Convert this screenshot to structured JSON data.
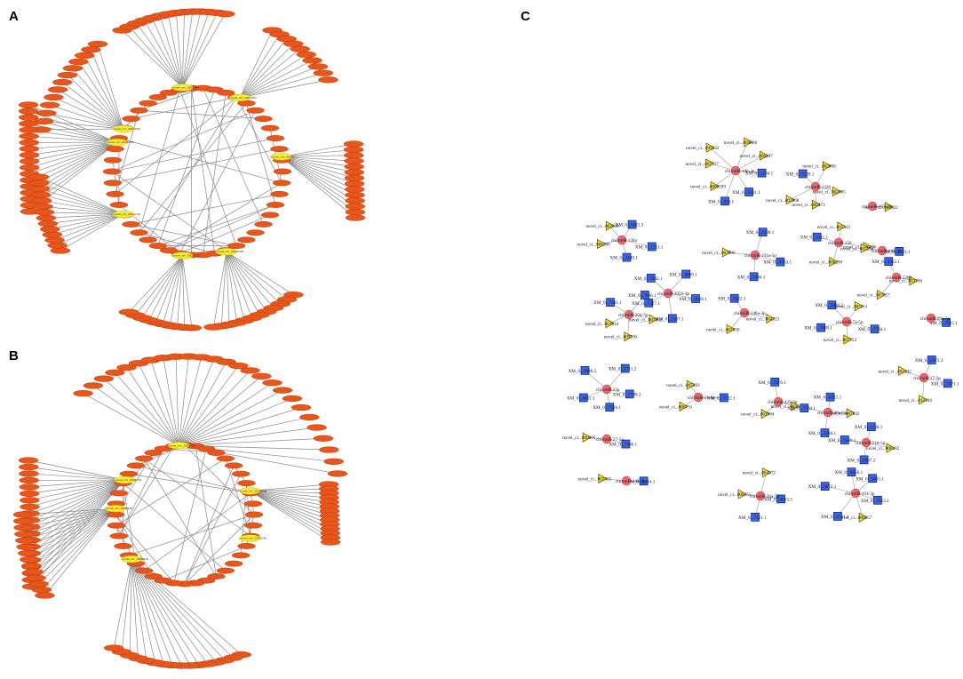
{
  "panels": [
    {
      "letter": "A"
    },
    {
      "letter": "B"
    },
    {
      "letter": "C"
    }
  ],
  "legend_colors": {
    "mirna_node": "#e8561c",
    "hub_node": "#f6ee3a",
    "mrna_square": "#3c66e0",
    "novel_triangle": "#f8e23a",
    "center_circle": "#ee6a6a"
  },
  "panel_a_hubs": [
    "novel_circ_0002909",
    "novel_circ_0001987",
    "novel_circ_0002594",
    "novel_circ_0006163",
    "novel_circ_0000817",
    "novel_circ_0001154",
    "novel_circ_0002013",
    "novel_circ_0003448"
  ],
  "panel_b_hubs": [
    "novel_circ_0005480",
    "novel_circ_0001787",
    "novel_circ_0003028",
    "novel_circ_0000930",
    "novel_circ_0002145",
    "novel_circ_0006870"
  ],
  "panel_c_clusters": [
    {
      "center": "chi-miR-10b-3p",
      "targets": [
        "XM_0...1234.1",
        "XM_0...5131.1",
        "XM_0...654.1",
        "novel_ci...0009599",
        "novel_ci...002717",
        "novel_ci...009332",
        "novel_ci...009068",
        "novel_ci...006397"
      ]
    },
    {
      "center": "chi-miR-1336",
      "targets": [
        "novel_ci...002685",
        "novel_ci...000473",
        "novel_ci...002068",
        "XM_0...7228.1",
        "novel_ci...002906"
      ]
    },
    {
      "center": "chi-miR-107-3p",
      "targets": [
        "novel_ci...007922"
      ]
    },
    {
      "center": "chi-miR-150",
      "targets": [
        "novel_ci...006196",
        "novel_ci...006290",
        "XM_0...5211.1",
        "novel_ci...005315"
      ]
    },
    {
      "center": "chi-miR-183-3p",
      "targets": [
        "XM_0...2121.1",
        "novel_ci...003238"
      ]
    },
    {
      "center": "chi-miR-126a",
      "targets": [
        "novel_ci...003196",
        "novel_ci...007057",
        "XM_0...3362.1"
      ]
    },
    {
      "center": "chi-miR-130a",
      "targets": [
        "XM_0...1511.1",
        "XM_0...1140.1",
        "novel_ci...006286",
        "novel_ci...002890",
        "XM_0...5621.3"
      ]
    },
    {
      "center": "chi-miR-3959-3p",
      "targets": [
        "XM_0...4528.1",
        "XM_0...1187.1",
        "XM_0...7327.1",
        "XM_0...7942.1",
        "XM_0...6649.1"
      ]
    },
    {
      "center": "chi-miR-193a-5p",
      "targets": [
        "XM_0...4753.1",
        "XM_0...7494.1",
        "novel_ci...003996",
        "XM_0...2228.1"
      ]
    },
    {
      "center": "chi-miR-148a-3p",
      "targets": [
        "novel_ci...004723",
        "novel_ci...001030",
        "XM_0...5022.1"
      ]
    },
    {
      "center": "chi-miR-204-5p",
      "targets": [
        "novel_ci...007062",
        "novel_ci...009736",
        "novel_ci...001634",
        "XM_0...7441.1",
        "XM_0...7806.1"
      ]
    },
    {
      "center": "chi-miR-7a-5p",
      "targets": [
        "XM_0...7794.1",
        "novel_ci...007753",
        "XM_0...7468.1",
        "XM_0...5830.2",
        "novel_ci...005511"
      ]
    },
    {
      "center": "chi-miR-99a-5p",
      "targets": [
        "XM_0...7915.1"
      ]
    },
    {
      "center": "chi-miR-17-5p",
      "targets": [
        "XM_0...7471.1",
        "novel_ci...010394",
        "novel_ci...003342",
        "XM_0...6672.3"
      ]
    },
    {
      "center": "chi-miR-23a",
      "targets": [
        "XM_0...7749.2",
        "XM_0...7916.1",
        "XM_0...4682.1",
        "XM_0...5846.5",
        "XM_0...2711.2"
      ]
    },
    {
      "center": "chi-miR-21-5p",
      "targets": [
        "XM_0...7722.1",
        "novel_ci...006731",
        "novel_ci...007593"
      ]
    },
    {
      "center": "chi-miR-425-3p",
      "targets": [
        "novel_ci...004540",
        "novel_ci...002984",
        "XM_0...7576.1"
      ]
    },
    {
      "center": "chi-miR-10a-5p",
      "targets": [
        "novel_ci...007632",
        "XM_0...2304.1",
        "XM_0...7760.1",
        "XM_0...6312.1"
      ]
    },
    {
      "center": "chi-miR-27-5p",
      "targets": [
        "XM_0...7366.1",
        "novel_ci...000605"
      ]
    },
    {
      "center": "chi-miR-218-5p",
      "targets": [
        "novel_ci...006182",
        "XM_0...0967.2",
        "XM_0...3309.1",
        "XM_0...1130.1"
      ]
    },
    {
      "center": "chi-miR-143-3p",
      "targets": [
        "XM_0...8414.1",
        "novel_ci...007565"
      ]
    },
    {
      "center": "chi-miR-26a-5p",
      "targets": [
        "XM_0...0663.3",
        "XM_0...7511.1",
        "novel_ci...008151",
        "novel_ci...004572"
      ]
    },
    {
      "center": "chi-miR-101-3p",
      "targets": [
        "XM_0...7563.2",
        "novel_ci...000657",
        "XM_0...2781.1",
        "XM_0...0672.1",
        "XM_0...6050.1",
        "XM_0...5635.1"
      ]
    },
    {
      "center": "chi-miR-30e-5p",
      "targets": [
        "novel_ci...000790",
        "XM_0...7508.1",
        "novel_ci...005027",
        "novel_ci...006632"
      ]
    }
  ]
}
